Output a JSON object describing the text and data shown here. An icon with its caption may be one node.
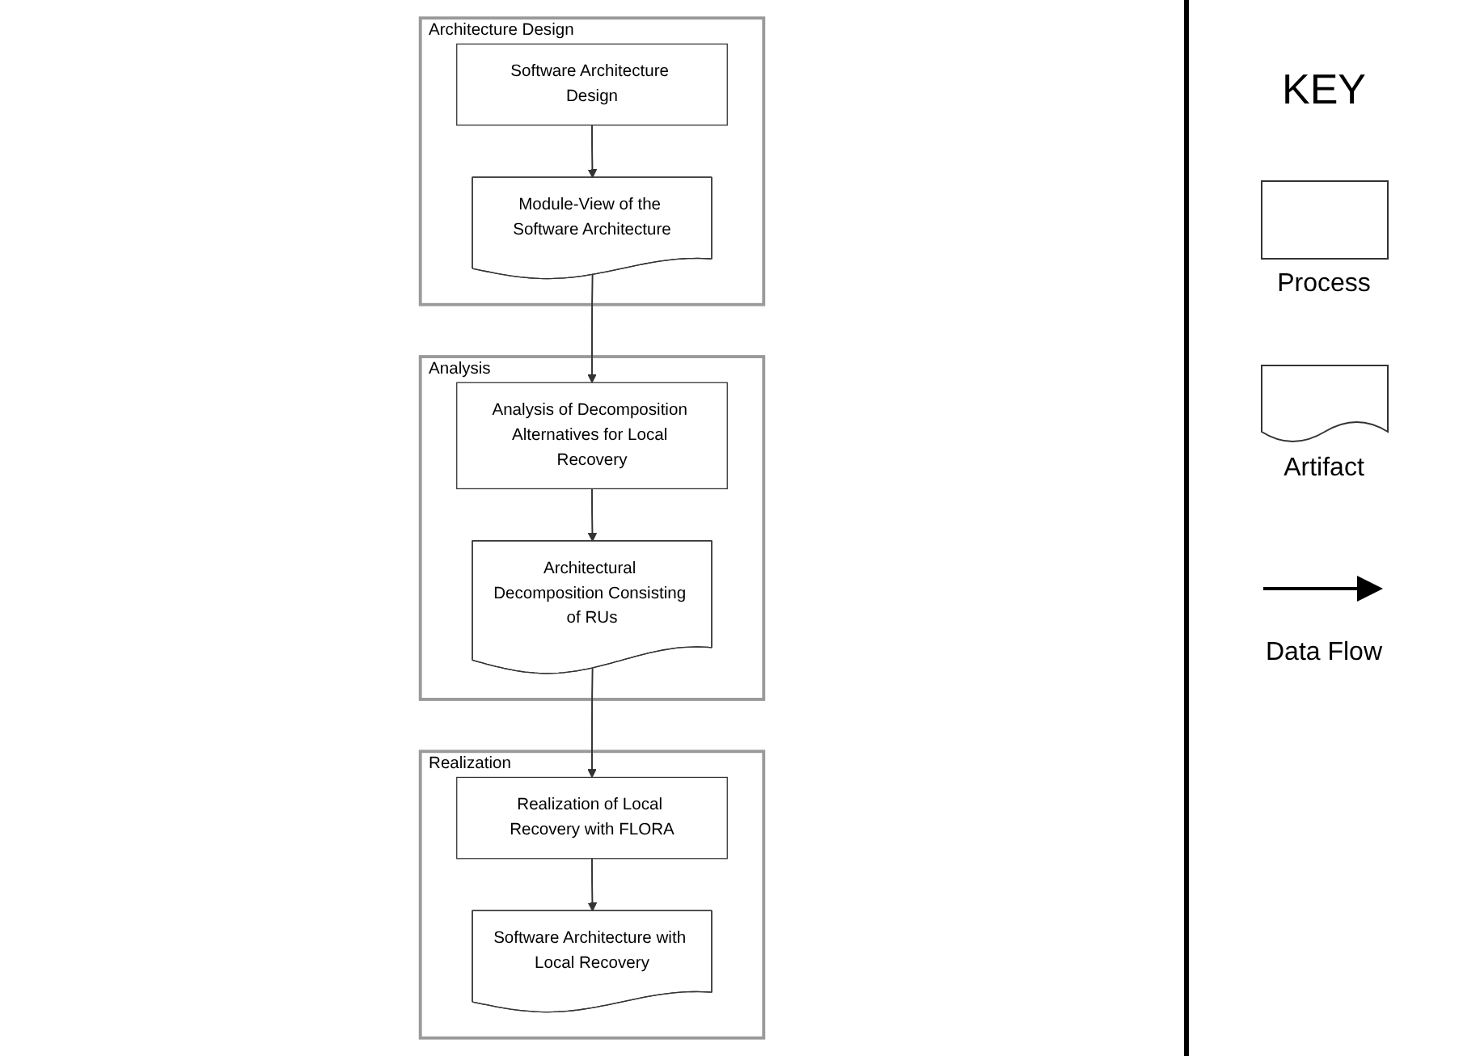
{
  "diagram": {
    "nodes": [
      {
        "text": [
          "Architecture Design"
        ]
      },
      {
        "text": [
          "Software Architecture Design"
        ],
        "in": 0
      },
      {
        "text": [
          "Module-View of the Software Architecture"
        ],
        "in": 0
      },
      {
        "text": [
          "Analysis"
        ]
      },
      {
        "text": [
          "Analysis of Decomposition Alternatives for Local Recovery"
        ],
        "in": 3
      },
      {
        "text": [
          "Architectural Decomposition Consisting of RUs"
        ],
        "in": 3
      },
      {
        "text": [
          "Realization"
        ]
      },
      {
        "text": [
          "Realization of Local Recovery with FLORA"
        ],
        "in": 6
      },
      {
        "text": [
          "Software Architecture with Local Recovery"
        ],
        "in": 6
      }
    ],
    "edges": [
      {
        "from": 1,
        "to": 2,
        "arrow": "to"
      },
      {
        "from": 2,
        "to": 4,
        "arrow": "to"
      },
      {
        "from": 4,
        "to": 5,
        "arrow": "to"
      },
      {
        "from": 5,
        "to": 7,
        "arrow": "to"
      },
      {
        "from": 7,
        "to": 8,
        "arrow": "to"
      }
    ],
    "labels": [
      "KEY"
    ],
    "legend": [
      {
        "text": "Process"
      },
      {
        "text": "Artifact"
      },
      {
        "text": "Data Flow"
      }
    ]
  }
}
